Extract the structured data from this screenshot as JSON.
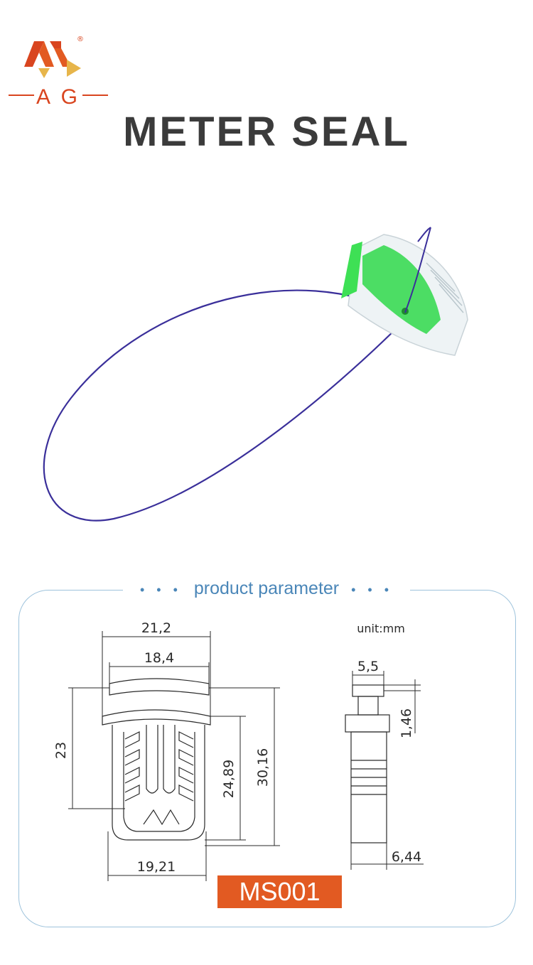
{
  "brand": {
    "logo_letters": "A G",
    "registered_mark": "®"
  },
  "page": {
    "title": "METER SEAL"
  },
  "parameters": {
    "heading": "product parameter",
    "heading_dots": "• • •",
    "unit": "unit:mm",
    "dimensions": {
      "top_width": "21,2",
      "inner_width": "18,4",
      "left_height": "23",
      "inner_height": "24,89",
      "total_height": "30,16",
      "bottom_width": "19,21",
      "side_width": "5,5",
      "side_step": "1,46",
      "side_depth": "6,44"
    },
    "model": "MS001"
  },
  "colors": {
    "title": "#3b3b3b",
    "accent_red": "#e25a22",
    "heading_blue": "#4a86b8",
    "seal_green": "#2fd84a",
    "wire": "#3a2f9a"
  }
}
